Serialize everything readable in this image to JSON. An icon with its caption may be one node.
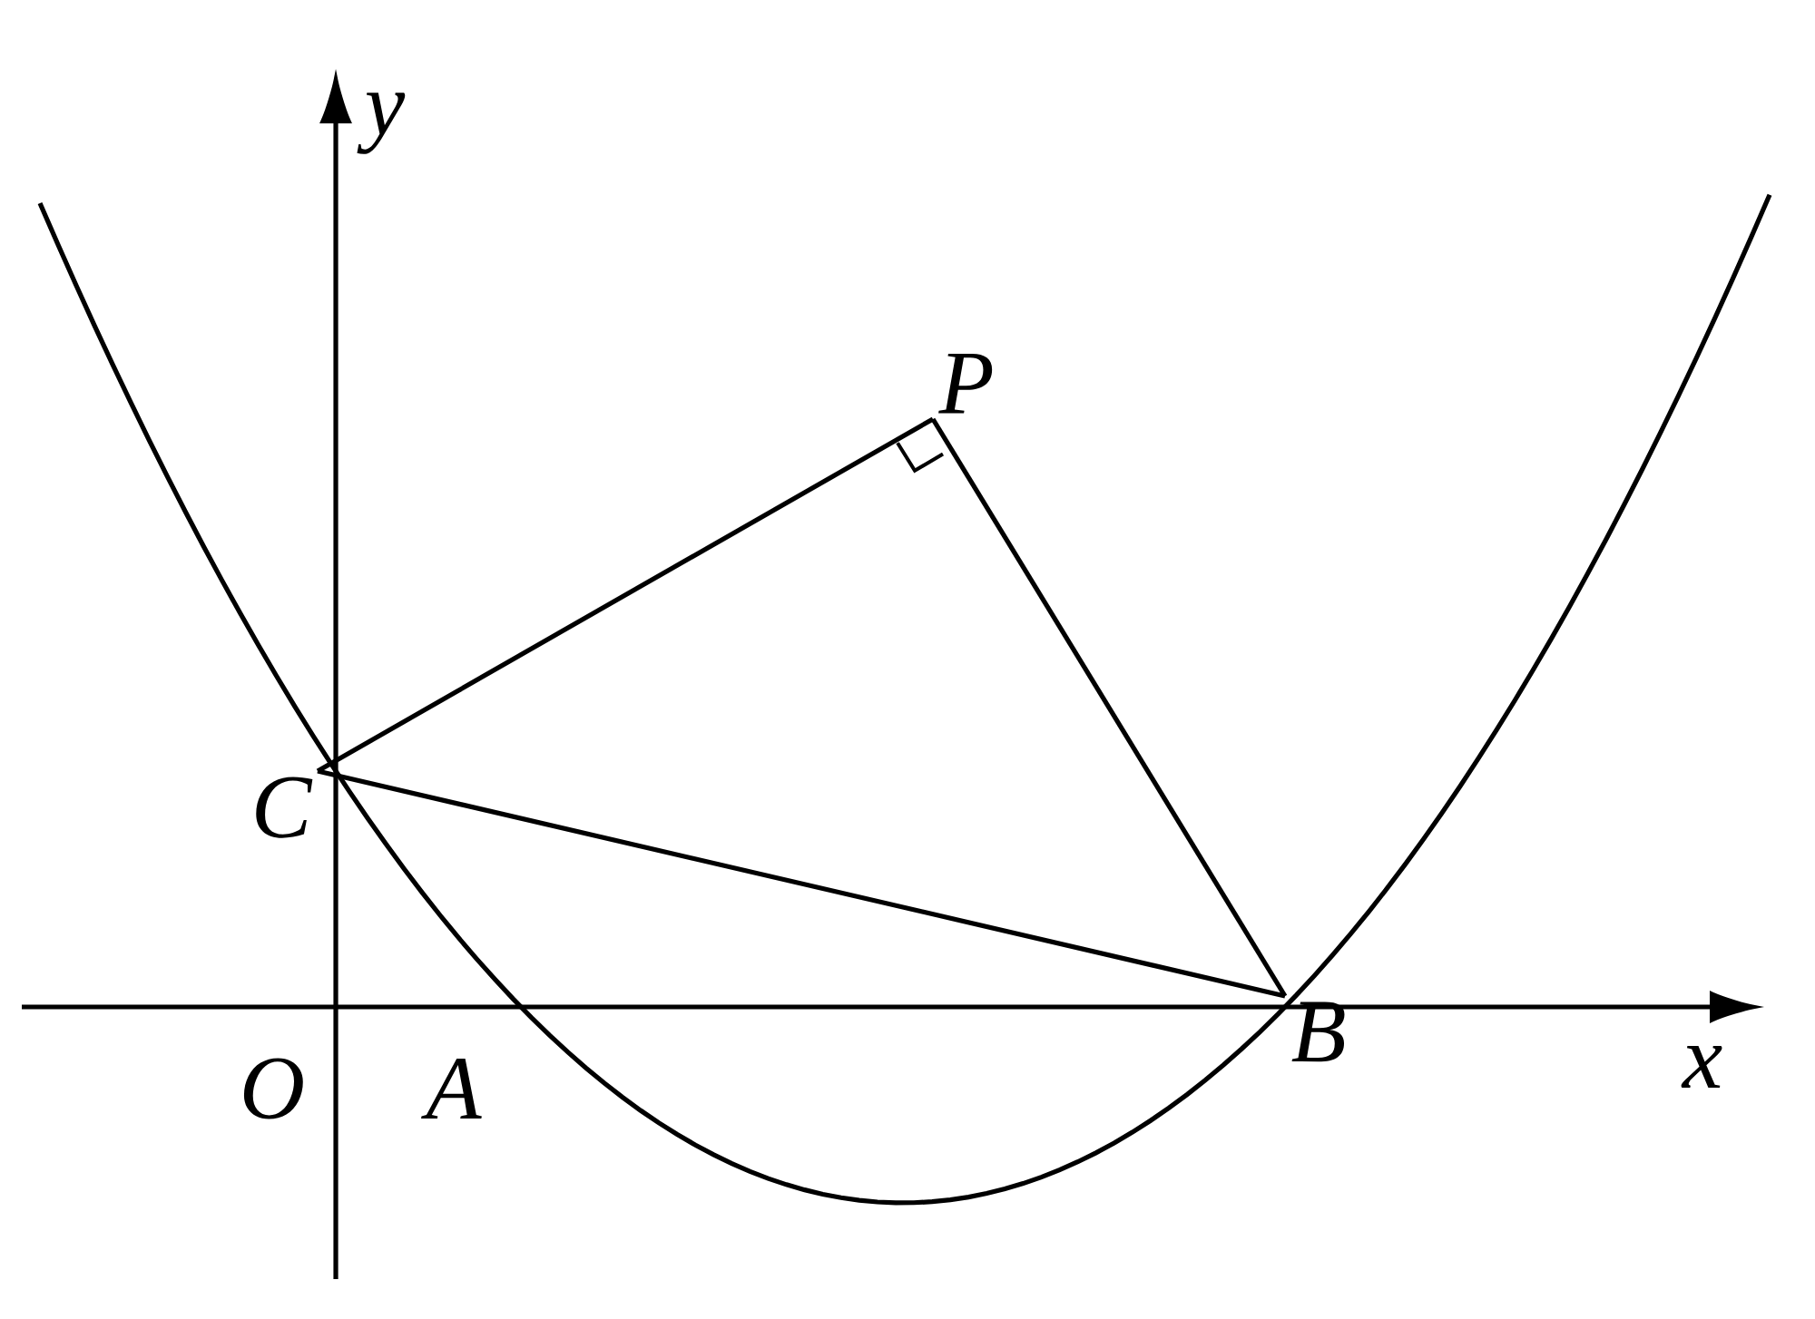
{
  "diagram": {
    "nodes": [
      {
        "text": [
          "P"
        ]
      },
      {
        "text": [
          "C"
        ]
      },
      {
        "text": [
          "B"
        ]
      }
    ],
    "edges": [
      {
        "from": 1,
        "to": 0,
        "arrow": "none"
      },
      {
        "from": 0,
        "to": 2,
        "arrow": "none"
      },
      {
        "from": 1,
        "to": 2,
        "arrow": "none"
      }
    ],
    "labels": [
      "y",
      "O",
      "A",
      "x"
    ]
  }
}
